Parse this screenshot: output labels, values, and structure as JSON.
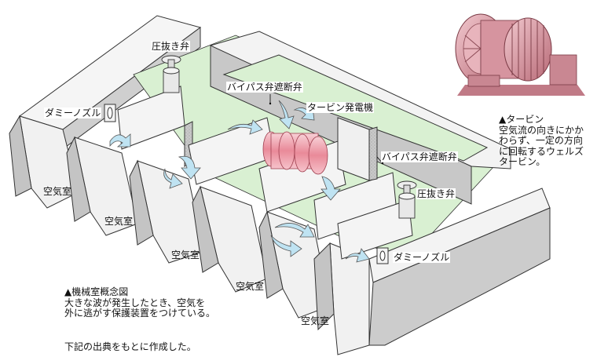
{
  "labels": {
    "pressure_valve_top": "圧抜き弁",
    "pressure_valve_right": "圧抜き弁",
    "bypass_valve_top": "バイパス弁遮断弁",
    "bypass_valve_right": "バイパス弁遮断弁",
    "turbine_generator": "タービン発電機",
    "dummy_nozzle_left": "ダミーノズル",
    "dummy_nozzle_right": "ダミーノズル",
    "air_chamber_1": "空気室",
    "air_chamber_2": "空気室",
    "air_chamber_3": "空気室",
    "air_chamber_4": "空気室",
    "air_chamber_5": "空気室"
  },
  "turbine_note": {
    "title": "▲タービン",
    "lines": [
      "空気流の向きにかか",
      "わらず、一定の方向",
      "に回転するウェルズ",
      "タービン。"
    ]
  },
  "machine_room_note": {
    "title": "▲機械室概念図",
    "lines": [
      "大きな波が発生したとき、空気を",
      "外に逃がす保護装置をつけている。"
    ]
  },
  "source_note": "下記の出典をもとに作成した。",
  "colors": {
    "wall_face": "#f4f4f4",
    "wall_side": "#c6c6c6",
    "wall_dark": "#9e9e9e",
    "floor_green": "#d9f0d2",
    "arrow_blue": "#bfe3f2",
    "generator_pink": "#f2a5b0",
    "turbine_photo": "#d99aa4"
  }
}
